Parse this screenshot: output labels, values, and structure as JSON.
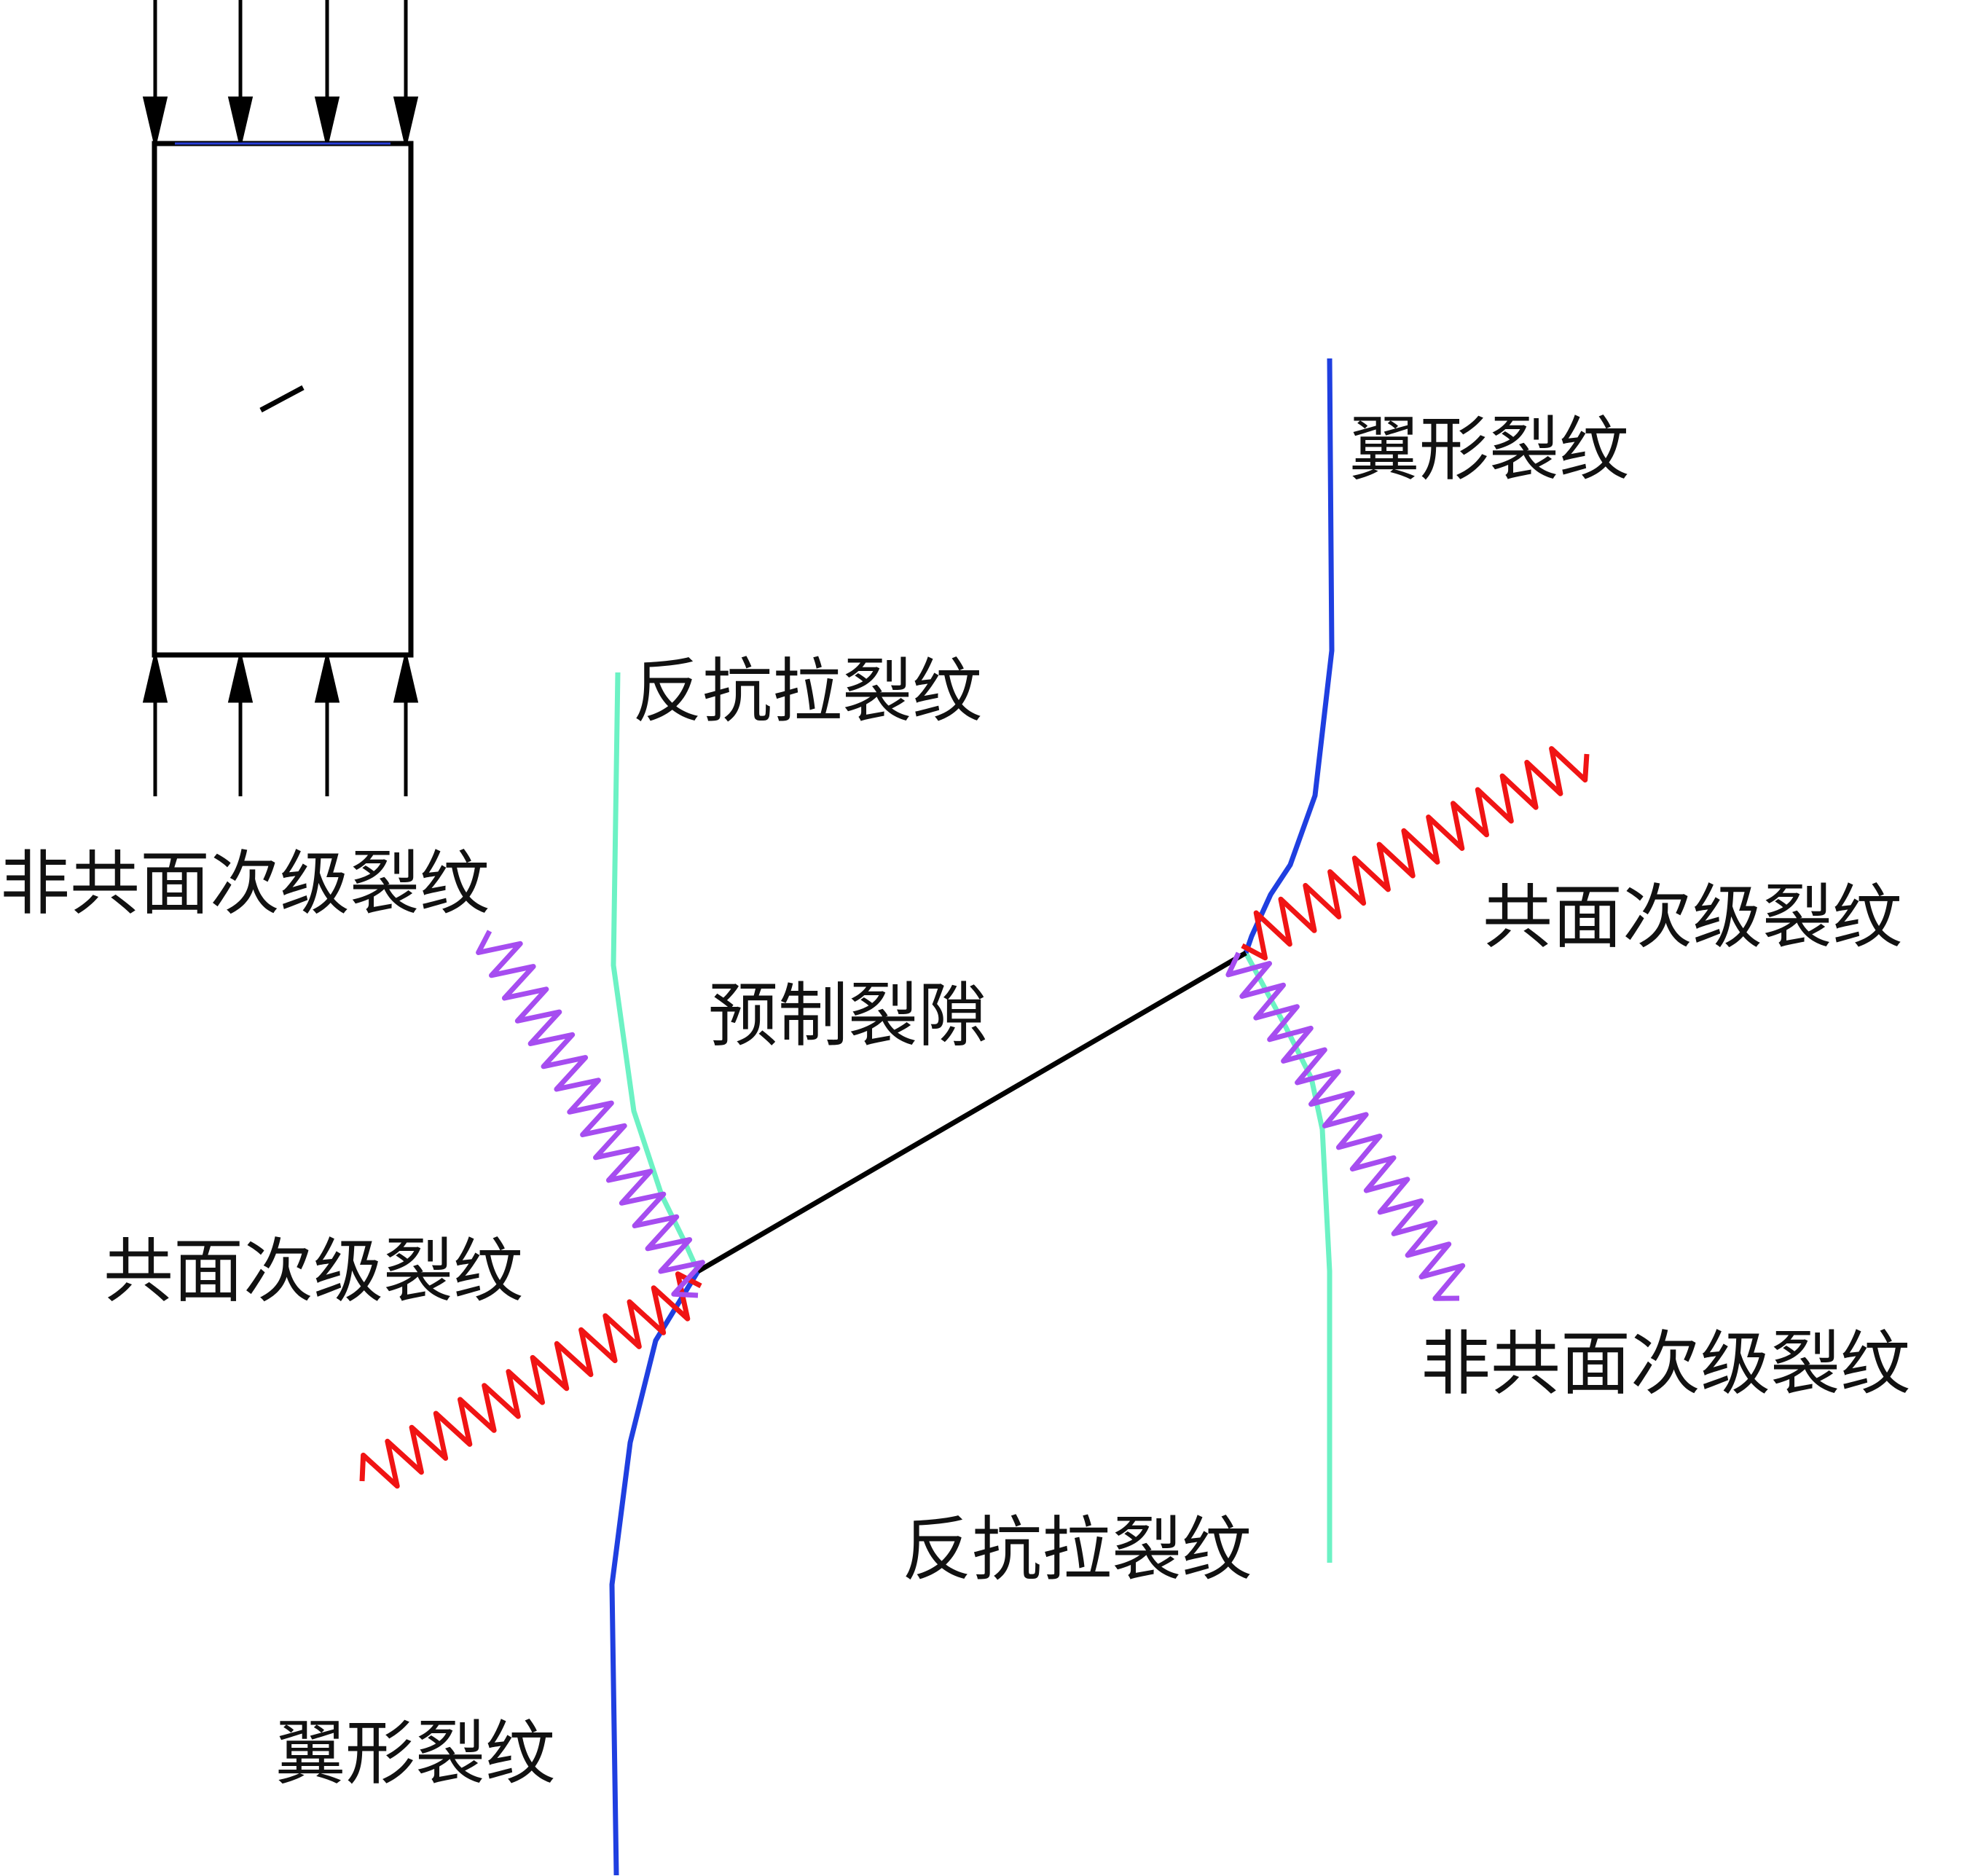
{
  "labels": {
    "wing_crack_top": "翼形裂纹",
    "anti_tensile_crack_left": "反抗拉裂纹",
    "non_coplanar_secondary_left": "非共面次级裂纹",
    "coplanar_secondary_right": "共面次级裂纹",
    "prefab_flaw": "预制裂隙",
    "coplanar_secondary_left": "共面次级裂纹",
    "non_coplanar_secondary_right": "非共面次级裂纹",
    "anti_tensile_crack_right": "反抗拉裂纹",
    "wing_crack_bottom": "翼形裂纹"
  },
  "colors": {
    "wing_crack": "#1f3fe0",
    "anti_tensile_crack": "#6cf2c4",
    "coplanar_secondary_crack": "#f01414",
    "non_coplanar_secondary_crack": "#a64df0",
    "flaw": "#000000",
    "specimen": "#000000"
  }
}
